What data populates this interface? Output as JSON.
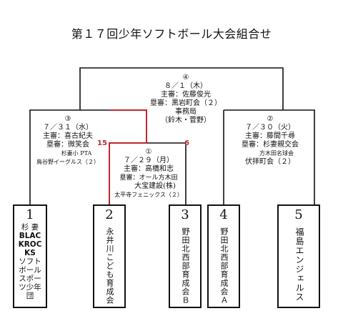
{
  "page_title": "第１７回少年ソフトボール大会組合せ",
  "winner_score_left": "15",
  "winner_score_right": "6",
  "matches": {
    "m4": {
      "no": "④",
      "date": "８／１（木）",
      "chief": "主審：佐藤俊光",
      "base": "塁審：黒岩町会（２）",
      "office": "事務局",
      "office_names": "（鈴木・菅野）"
    },
    "m3": {
      "no": "③",
      "date": "７／３１（水）",
      "chief": "主審：喜古紀夫",
      "base": "塁審：微笑会",
      "base2": "杉妻小 PTA",
      "base3": "鳥谷野イーグルス（２）"
    },
    "m2": {
      "no": "②",
      "date": "７／３０（火）",
      "chief": "主審：藤間千尋",
      "base": "塁審：杉妻親交会",
      "base2": "方木田名球会",
      "base3": "伏拝町会（２）"
    },
    "m1": {
      "no": "①",
      "date": "７／２９（月）",
      "chief": "主審：高橋和志",
      "base": "塁審：オール方木田",
      "base2": "大宝建設(株)",
      "base3": "太平寺フェニックス（２）"
    }
  },
  "teams": [
    {
      "num": "1",
      "name_line1": "杉 妻",
      "name_line2": "BLAC",
      "name_line3": "KROC",
      "name_line4": "KS",
      "name_line5": "ソフト",
      "name_line6": "ボール",
      "name_line7": "スポー",
      "name_line8": "ツ少年",
      "name_line9": "団"
    },
    {
      "num": "2",
      "name": "永井川こども育成会"
    },
    {
      "num": "3",
      "name": "野田北西部育成会Ｂ"
    },
    {
      "num": "4",
      "name": "野田北西部育成会Ａ"
    },
    {
      "num": "5",
      "name": "福島エンジェルス"
    }
  ]
}
